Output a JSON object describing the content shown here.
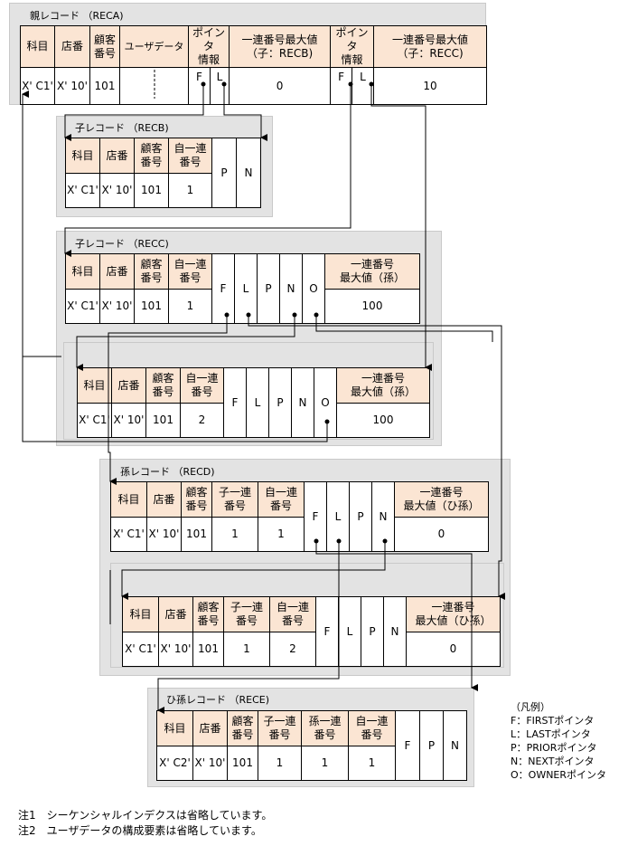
{
  "records": {
    "reca": {
      "title": "親レコード （RECA)",
      "headers": [
        "科目",
        "店番",
        "顧客\n番号",
        "ユーザデータ",
        "ポインタ\n情報",
        "一連番号最大値\n（子：RECB)",
        "ポインタ\n情報",
        "一連番号最大値\n（子：RECC)"
      ],
      "values": [
        "X' C1'",
        "X' 10'",
        "101",
        "",
        "F",
        "L",
        "0",
        "F",
        "L",
        "10"
      ]
    },
    "recb": {
      "title": "子レコード （RECB)",
      "headers": [
        "科目",
        "店番",
        "顧客\n番号",
        "自一連\n番号",
        "P",
        "N"
      ],
      "values": [
        "X' C1'",
        "X' 10'",
        "101",
        "1"
      ]
    },
    "recc1": {
      "title": "子レコード （RECC)",
      "headers": [
        "科目",
        "店番",
        "顧客\n番号",
        "自一連\n番号",
        "F",
        "L",
        "P",
        "N",
        "O",
        "一連番号\n最大値（孫）"
      ],
      "values": [
        "X' C1'",
        "X' 10'",
        "101",
        "1",
        "100"
      ]
    },
    "recc2": {
      "headers": [
        "科目",
        "店番",
        "顧客\n番号",
        "自一連\n番号",
        "F",
        "L",
        "P",
        "N",
        "O",
        "一連番号\n最大値（孫）"
      ],
      "values": [
        "X' C1'",
        "X' 10'",
        "101",
        "2",
        "100"
      ]
    },
    "recd1": {
      "title": "孫レコード （RECD)",
      "headers": [
        "科目",
        "店番",
        "顧客\n番号",
        "子一連\n番号",
        "自一連\n番号",
        "F",
        "L",
        "P",
        "N",
        "一連番号\n最大値（ひ孫）"
      ],
      "values": [
        "X' C1'",
        "X' 10'",
        "101",
        "1",
        "1",
        "0"
      ]
    },
    "recd2": {
      "headers": [
        "科目",
        "店番",
        "顧客\n番号",
        "子一連\n番号",
        "自一連\n番号",
        "F",
        "L",
        "P",
        "N",
        "一連番号\n最大値（ひ孫）"
      ],
      "values": [
        "X' C1'",
        "X' 10'",
        "101",
        "1",
        "2",
        "0"
      ]
    },
    "rece": {
      "title": "ひ孫レコード （RECE)",
      "headers": [
        "科目",
        "店番",
        "顧客\n番号",
        "子一連\n番号",
        "孫一連\n番号",
        "自一連\n番号",
        "F",
        "P",
        "N"
      ],
      "values": [
        "X' C2'",
        "X' 10'",
        "101",
        "1",
        "1",
        "1"
      ]
    }
  },
  "legend": {
    "title": "（凡例）",
    "items": [
      "F：FIRSTポインタ",
      "L：LASTポインタ",
      "P：PRIORポインタ",
      "N：NEXTポインタ",
      "O：OWNERポインタ"
    ]
  },
  "notes": [
    "注1　シーケンシャルインデクスは省略しています。",
    "注2　ユーザデータの構成要素は省略しています。"
  ],
  "colors": {
    "panel": "#e3e3e3",
    "header": "#fbe5d3",
    "line": "#000000"
  }
}
